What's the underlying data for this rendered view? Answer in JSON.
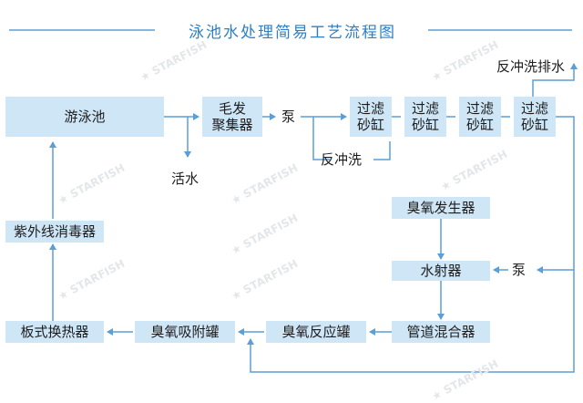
{
  "title": "泳池水处理简易工艺流程图",
  "watermark": "STARFISH",
  "colors": {
    "line": "#5b9ed8",
    "box": "#cfe6f7",
    "title": "#2e7fc4"
  },
  "nodes": {
    "pool": "游泳池",
    "hair_collector": "毛发\n聚集器",
    "pump_top": "泵",
    "filter_1": "过滤\n砂缸",
    "filter_2": "过滤\n砂缸",
    "filter_3": "过滤\n砂缸",
    "filter_4": "过滤\n砂缸",
    "backwash_drain": "反冲洗排水",
    "fresh_water": "活水",
    "backwash": "反冲洗",
    "ozone_generator": "臭氧发生器",
    "water_injector": "水射器",
    "pump_right": "泵",
    "pipe_mixer": "管道混合器",
    "ozone_reaction_tank": "臭氧反应罐",
    "ozone_adsorption_tank": "臭氧吸附罐",
    "plate_heat_exchanger": "板式换热器",
    "uv_sterilizer": "紫外线消毒器"
  }
}
